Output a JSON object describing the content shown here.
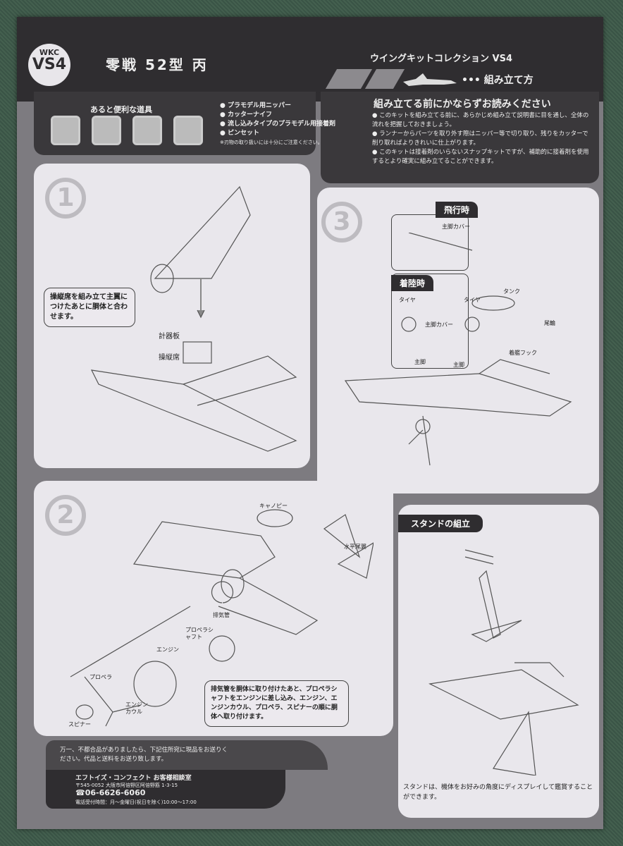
{
  "header": {
    "badge_top": "WKC",
    "badge_main": "VS4",
    "title": "零戦 52型 丙",
    "series": "ウイングキットコレクション VS4",
    "assembly": "••• 組み立て方"
  },
  "tools": {
    "heading": "あると便利な道具",
    "items": [
      "プラモデル用ニッパー",
      "カッターナイフ",
      "流し込みタイプのプラモデル用接着剤",
      "ピンセット"
    ],
    "note": "※刃物の取り扱いには十分にご注意ください。"
  },
  "notice": {
    "heading": "組み立てる前にかならずお読みください",
    "items": [
      "このキットを組み立てる前に、あらかじめ組み立て説明書に目を通し、全体の流れを把握しておきましょう。",
      "ランナーからパーツを取り外す際はニッパー等で切り取り、残りをカッターで削り取ればよりきれいに仕上がります。",
      "このキットは接着剤のいらないスナップキットですが、補助的に接着剤を使用するとより確実に組み立てることができます。"
    ]
  },
  "step1": {
    "number": "1",
    "bubble": "操縦席を組み立て主翼につけたあとに胴体と合わせます。",
    "labels": {
      "instrument": "計器板",
      "cockpit": "操縦席"
    }
  },
  "step3": {
    "number": "3",
    "flight_tag": "飛行時",
    "landing_tag": "着陸時",
    "labels": {
      "gear_cover": "主脚カバー",
      "tire_left": "タイヤ",
      "tire_right": "タイヤ",
      "gear_cover2": "主脚カバー",
      "gear_left": "主脚",
      "gear_mid": "主脚",
      "tank": "タンク",
      "tail_wheel": "尾輪",
      "hook": "着艦フック"
    }
  },
  "step2": {
    "number": "2",
    "labels": {
      "canopy": "キャノピー",
      "stabilizer": "水平尾翼",
      "exhaust": "排気管",
      "shaft": "プロペラシャフト",
      "engine": "エンジン",
      "propeller": "プロペラ",
      "cowl": "エンジンカウル",
      "spinner": "スピナー"
    },
    "bubble": "排気管を胴体に取り付けたあと、プロペラシャフトをエンジンに差し込み、エンジン、エンジンカウル、プロペラ、スピナーの順に胴体へ取り付けます。"
  },
  "stand": {
    "tag": "スタンドの組立",
    "note": "スタンドは、機体をお好みの角度にディスプレイして鑑賞することができます。"
  },
  "support": {
    "notice": "万一、不都合品がありましたら、下記住所宛に現品をお送りください。代品と送料をお送り致します。",
    "company": "エフトイズ・コンフェクト お客様相談室",
    "address": "〒545-0052 大阪市阿倍野区阿倍野筋 1-3-15",
    "phone": "☎06-6626-6060",
    "hours": "電話受付時間：月〜金曜日(祝日を除く)10:00〜17:00"
  }
}
